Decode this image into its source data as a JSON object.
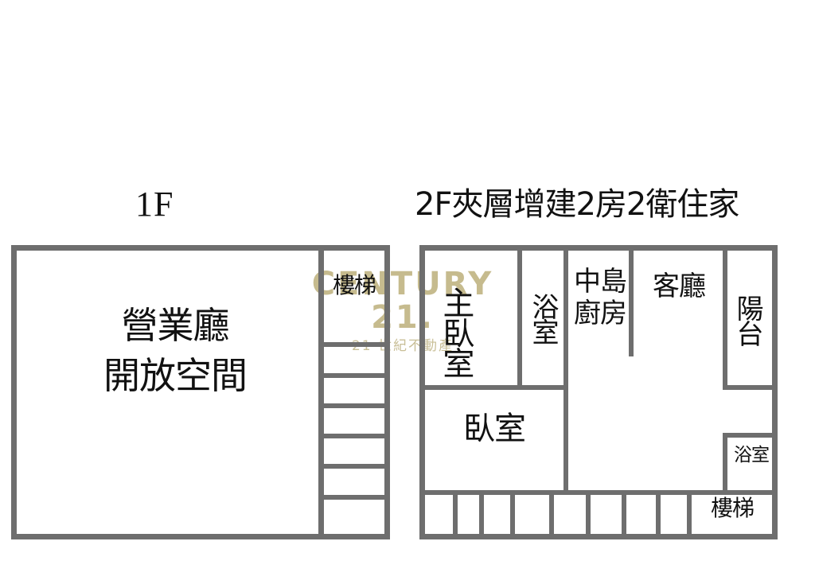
{
  "plans": {
    "floor1": {
      "title": "1F",
      "rooms": [
        {
          "name": "sales-hall",
          "line1": "營業廳",
          "line2": "開放空間"
        },
        {
          "name": "stairs",
          "label": "樓梯"
        }
      ]
    },
    "floor2": {
      "title": "2F夾層增建2房2衛住家",
      "rooms": [
        {
          "name": "master-bedroom",
          "label": "主臥室"
        },
        {
          "name": "bathroom-upper",
          "label": "浴室"
        },
        {
          "name": "island-kitchen",
          "line1": "中島",
          "line2": "廚房"
        },
        {
          "name": "living-room",
          "label": "客廳"
        },
        {
          "name": "balcony",
          "label": "陽台"
        },
        {
          "name": "bedroom",
          "label": "臥室"
        },
        {
          "name": "bathroom-lower",
          "label": "浴室"
        },
        {
          "name": "stairs",
          "label": "樓梯"
        }
      ]
    }
  },
  "watermark": {
    "main": "CENTURY 21.",
    "sub": "21 世紀不動產"
  },
  "colors": {
    "wall": "#6e6e6e",
    "text": "#111111",
    "watermark": "#c6bb8e",
    "background": "#ffffff"
  }
}
